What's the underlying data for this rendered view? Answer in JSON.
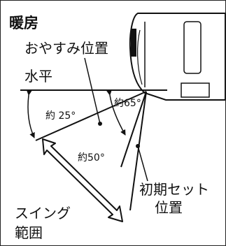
{
  "mode_title": "暖房",
  "labels": {
    "rest_position": "おやすみ位置",
    "horizontal": "水平",
    "angle_25": "約 25°",
    "angle_65": "約65°",
    "angle_50": "約50°",
    "initial_setting_line1": "初期セット",
    "initial_setting_line2": "位置",
    "swing_range_line1": "スイング",
    "swing_range_line2": "範囲"
  }
}
